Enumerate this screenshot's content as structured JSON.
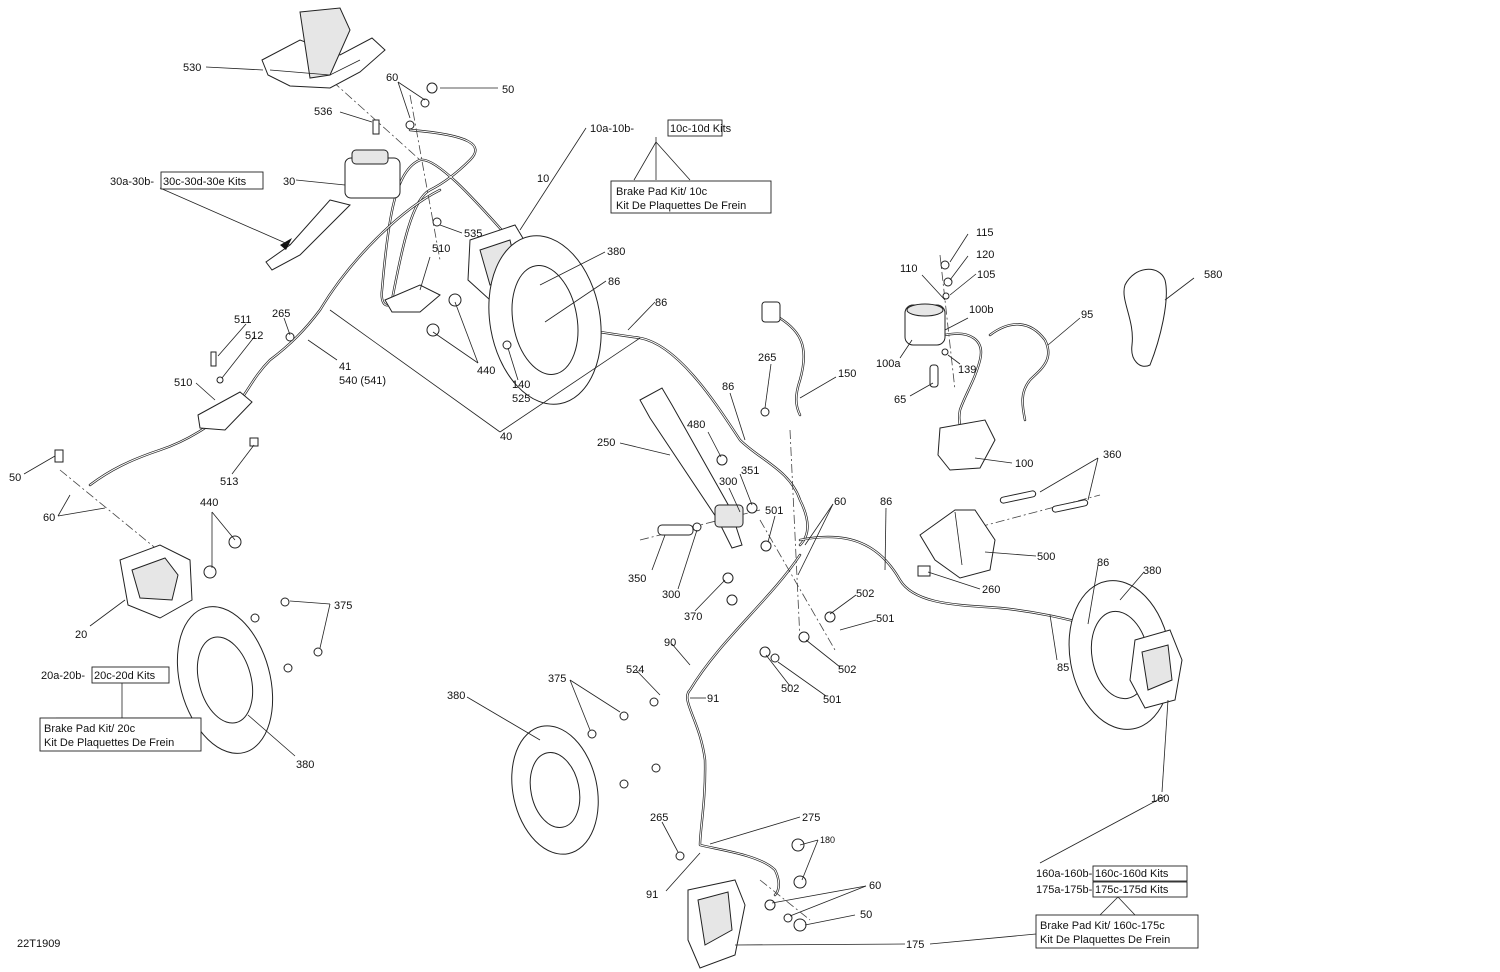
{
  "diagram_id": "22T1909",
  "callouts": {
    "c530": "530",
    "c60_top": "60",
    "c50_top": "50",
    "c536": "536",
    "c30kits_a": "30a-30b-",
    "c30kits_b": "30c-30d-30e Kits",
    "c30": "30",
    "c10kits_a": "10a-10b-",
    "c10kits_b": "10c-10d Kits",
    "c10": "10",
    "c535": "535",
    "c380_upper": "380",
    "c510_upper": "510",
    "c86_a": "86",
    "c86_b": "86",
    "c511": "511",
    "c512": "512",
    "c265_left": "265",
    "c440_upper": "440",
    "c41": "41",
    "c540": "540 (541)",
    "c140": "140",
    "c525": "525",
    "c510_left": "510",
    "c40": "40",
    "c50_left": "50",
    "c513": "513",
    "c60_left": "60",
    "c440_left": "440",
    "c375_left": "375",
    "c20": "20",
    "c20kits_a": "20a-20b-",
    "c20kits_b": "20c-20d Kits",
    "c380_left": "380",
    "c115": "115",
    "c120": "120",
    "c110": "110",
    "c105": "105",
    "c100b": "100b",
    "c95": "95",
    "c580": "580",
    "c100a": "100a",
    "c139": "139",
    "c65": "65",
    "c100": "100",
    "c265_mid": "265",
    "c150": "150",
    "c86_c": "86",
    "c250": "250",
    "c480": "480",
    "c351": "351",
    "c300_a": "300",
    "c501_a": "501",
    "c60_mid": "60",
    "c86_d": "86",
    "c360": "360",
    "c500": "500",
    "c260": "260",
    "c350": "350",
    "c300_b": "300",
    "c370": "370",
    "c502_a": "502",
    "c501_b": "501",
    "c502_b": "502",
    "c502_c": "502",
    "c501_c": "501",
    "c86_e": "86",
    "c380_right": "380",
    "c85": "85",
    "c90": "90",
    "c524": "524",
    "c91_a": "91",
    "c375_mid": "375",
    "c380_mid": "380",
    "c160": "160",
    "c265_low": "265",
    "c275": "275",
    "c180": "180",
    "c60_low": "60",
    "c91_b": "91",
    "c50_low": "50",
    "c175": "175",
    "c160kits_a": "160a-160b-",
    "c160kits_b": "160c-160d Kits",
    "c175kits_a": "175a-175b-",
    "c175kits_b": "175c-175d Kits"
  },
  "notes": {
    "pad10_l1": "Brake Pad Kit/ 10c",
    "pad10_l2": "Kit De Plaquettes De Frein",
    "pad20_l1": "Brake Pad Kit/ 20c",
    "pad20_l2": "Kit De Plaquettes De Frein",
    "pad160_l1": "Brake Pad Kit/ 160c-175c",
    "pad160_l2": "Kit De Plaquettes De Frein"
  }
}
